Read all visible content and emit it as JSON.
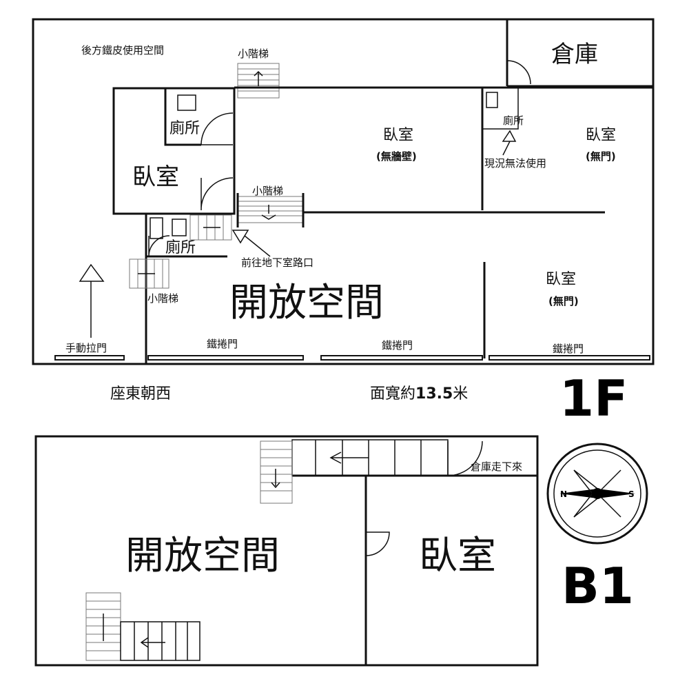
{
  "floor_1f": {
    "label": "1F",
    "rear_space": "後方鐵皮使用空間",
    "storage": "倉庫",
    "small_stairs_top": "小階梯",
    "small_stairs_mid": "小階梯",
    "small_stairs_left": "小階梯",
    "toilet_upper": "廁所",
    "toilet_lower": "廁所",
    "toilet_right": "廁所",
    "bedroom_left": "臥室",
    "bedroom_center": "臥室",
    "bedroom_center_note": "(無牆壁)",
    "bedroom_right": "臥室",
    "bedroom_right_note": "(無門)",
    "bedroom_front": "臥室",
    "bedroom_front_note": "(無門)",
    "toilet_right_note": "現況無法使用",
    "basement_access": "前往地下室路口",
    "open_space": "開放空間",
    "manual_door": "手動拉門",
    "roller_door_1": "鐵捲門",
    "roller_door_2": "鐵捲門",
    "roller_door_3": "鐵捲門",
    "orientation": "座東朝西",
    "frontage_prefix": "面寬約",
    "frontage_value": "13.5",
    "frontage_unit": "米"
  },
  "floor_b1": {
    "label": "B1",
    "open_space": "開放空間",
    "bedroom": "臥室",
    "from_storage": "倉庫走下來"
  },
  "compass": {
    "north": "N",
    "south": "S"
  }
}
